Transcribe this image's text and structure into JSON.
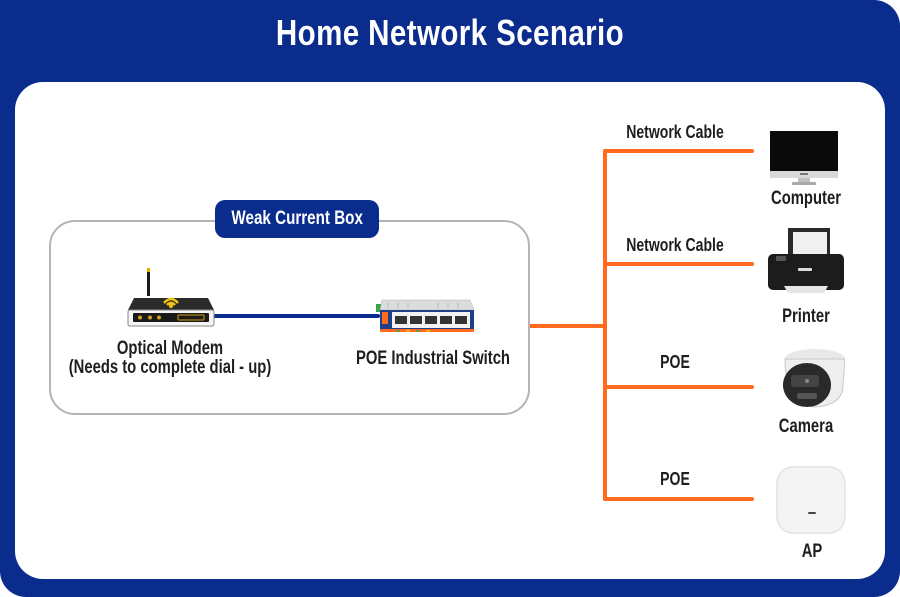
{
  "title": "Home Network Scenario",
  "colors": {
    "frame": "#0a2c8c",
    "uplink_cable": "#0a2c8c",
    "branch_cable": "#ff6a1f",
    "box_border": "#b4b4b4"
  },
  "enclosure": {
    "label": "Weak Current Box",
    "devices": [
      {
        "id": "modem",
        "icon": "router-icon",
        "label_line1": "Optical Modem",
        "label_line2": "(Needs to complete dial - up)"
      },
      {
        "id": "switch",
        "icon": "poe-switch-icon",
        "label_line1": "POE Industrial Switch"
      }
    ]
  },
  "branches": [
    {
      "connection": "Network Cable",
      "device": "Computer",
      "icon": "computer-icon"
    },
    {
      "connection": "Network Cable",
      "device": "Printer",
      "icon": "printer-icon"
    },
    {
      "connection": "POE",
      "device": "Camera",
      "icon": "camera-icon"
    },
    {
      "connection": "POE",
      "device": "AP",
      "icon": "access-point-icon"
    }
  ]
}
